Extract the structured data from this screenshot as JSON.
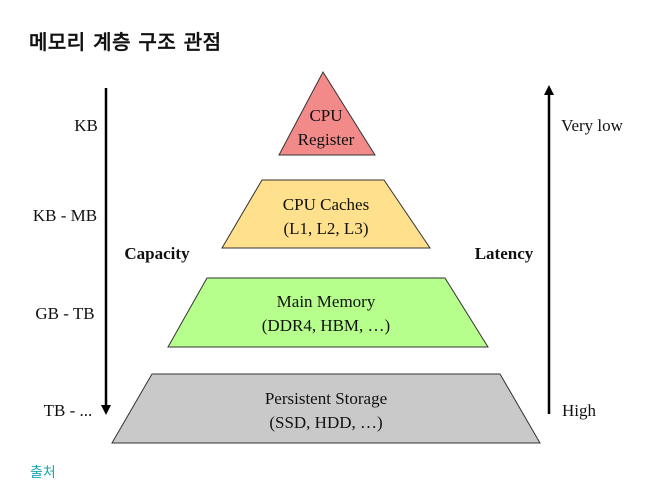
{
  "title": "메모리 계층 구조 관점",
  "source_label": "출처",
  "levels": [
    {
      "line1": "CPU",
      "line2": "Register",
      "color": "#f28a8a"
    },
    {
      "line1": "CPU Caches",
      "line2": "(L1, L2, L3)",
      "color": "#ffe08c"
    },
    {
      "line1": "Main Memory",
      "line2": "(DDR4, HBM, …)",
      "color": "#b6ff8c"
    },
    {
      "line1": "Persistent Storage",
      "line2": "(SSD, HDD, …)",
      "color": "#c9c9c9"
    }
  ],
  "capacity": {
    "label": "Capacity",
    "ticks": [
      "KB",
      "KB - MB",
      "GB - TB",
      "TB - ..."
    ]
  },
  "latency": {
    "label": "Latency",
    "top": "Very low",
    "bottom": "High"
  }
}
